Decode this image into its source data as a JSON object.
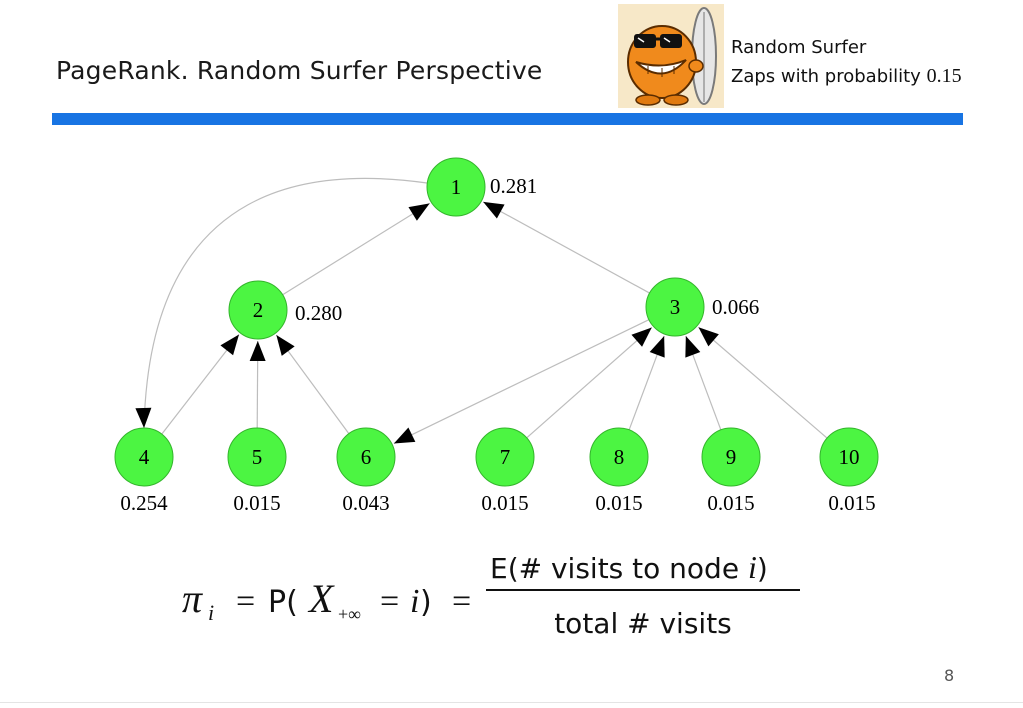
{
  "slide": {
    "title": "PageRank. Random Surfer Perspective",
    "page_number": "8"
  },
  "surfer": {
    "line1": "Random Surfer",
    "line2_text": "Zaps with probability",
    "line2_value": "0.15"
  },
  "graph": {
    "nodes": [
      {
        "id": "1",
        "label": "1",
        "score": "0.281"
      },
      {
        "id": "2",
        "label": "2",
        "score": "0.280"
      },
      {
        "id": "3",
        "label": "3",
        "score": "0.066"
      },
      {
        "id": "4",
        "label": "4",
        "score": "0.254"
      },
      {
        "id": "5",
        "label": "5",
        "score": "0.015"
      },
      {
        "id": "6",
        "label": "6",
        "score": "0.043"
      },
      {
        "id": "7",
        "label": "7",
        "score": "0.015"
      },
      {
        "id": "8",
        "label": "8",
        "score": "0.015"
      },
      {
        "id": "9",
        "label": "9",
        "score": "0.015"
      },
      {
        "id": "10",
        "label": "10",
        "score": "0.015"
      }
    ],
    "edges": [
      {
        "from": "2",
        "to": "1"
      },
      {
        "from": "3",
        "to": "1"
      },
      {
        "from": "1",
        "to": "4"
      },
      {
        "from": "4",
        "to": "2"
      },
      {
        "from": "5",
        "to": "2"
      },
      {
        "from": "6",
        "to": "2"
      },
      {
        "from": "3",
        "to": "6"
      },
      {
        "from": "7",
        "to": "3"
      },
      {
        "from": "8",
        "to": "3"
      },
      {
        "from": "9",
        "to": "3"
      },
      {
        "from": "10",
        "to": "3"
      }
    ],
    "node_color": "#4cf542",
    "node_stroke": "#33b52b",
    "edge_color": "#bdbdbd",
    "arrow_color": "#000000"
  },
  "formula": {
    "pi": "π",
    "sub_i": "i",
    "eq": "=",
    "P_open": "P(",
    "X": "X",
    "sub_inf": "+∞",
    "i": "i",
    "close": ")",
    "numerator_text": "E(# visits to node ",
    "numerator_var": "i",
    "numerator_close": ")",
    "denominator": "total # visits"
  },
  "colors": {
    "title_rule": "#1874e3"
  }
}
